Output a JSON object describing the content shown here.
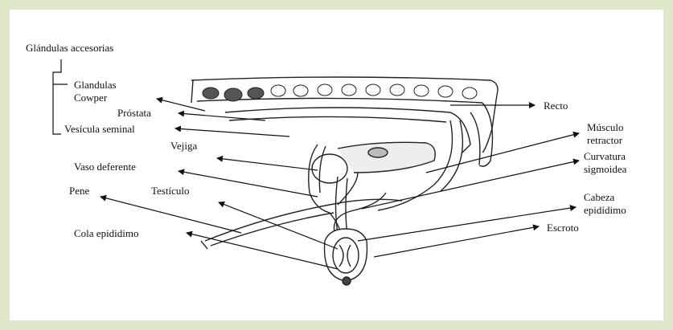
{
  "frame": {
    "border_color": "#dfe8c8",
    "background": "#ffffff"
  },
  "diagram": {
    "labels": {
      "glandulas_accesorias": "Glándulas accesorias",
      "glandulas": "Glandulas",
      "cowper": "Cowper",
      "prostata": "Próstata",
      "vesicula_seminal": "Vesícula seminal",
      "vejiga": "Vejiga",
      "vaso_deferente": "Vaso deferente",
      "pene": "Pene",
      "testiculo": "Testículo",
      "cola_epididimo": "Cola epididimo",
      "recto": "Recto",
      "musculo": "Músculo",
      "retractor": "retractor",
      "curvatura": "Curvatura",
      "sigmoidea": "sigmoidea",
      "cabeza": "Cabeza",
      "epididimo": "epidídimo",
      "escroto": "Escroto"
    }
  }
}
